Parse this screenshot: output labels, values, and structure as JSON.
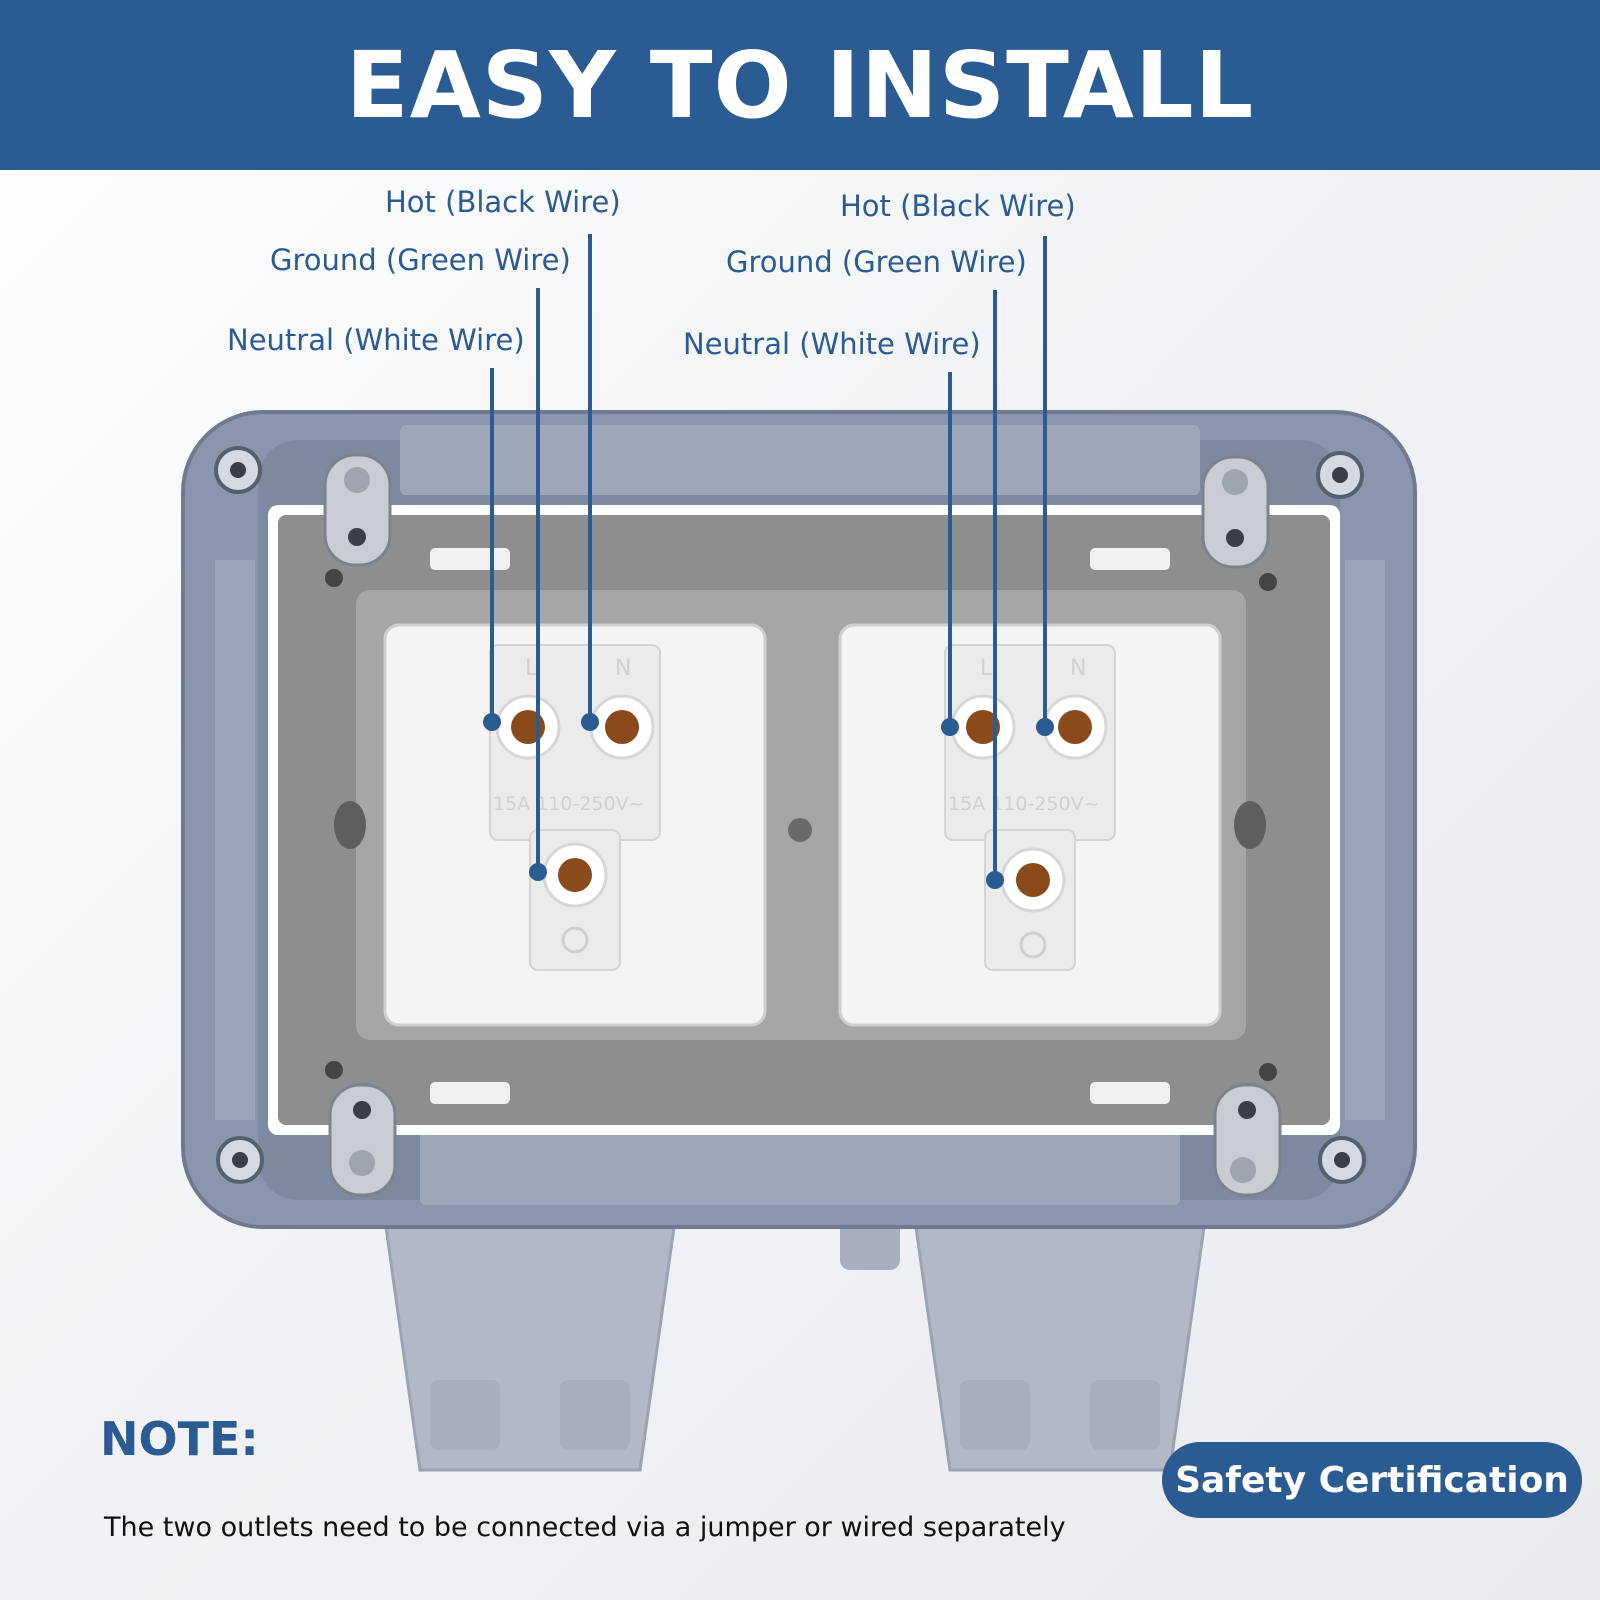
{
  "header": {
    "title": "EASY TO INSTALL"
  },
  "labels": {
    "left": {
      "hot": "Hot (Black Wire)",
      "ground": "Ground (Green Wire)",
      "neutral": "Neutral (White Wire)"
    },
    "right": {
      "hot": "Hot (Black Wire)",
      "ground": "Ground (Green Wire)",
      "neutral": "Neutral (White Wire)"
    }
  },
  "outlet": {
    "terminal_left": "L",
    "terminal_right": "N",
    "rating": "15A 110-250V~"
  },
  "note": {
    "title": "NOTE:",
    "text": "The two outlets need to be connected via a jumper or wired separately"
  },
  "badge": {
    "label": "Safety Certification"
  },
  "colors": {
    "brand": "#2b5b93",
    "housing": "#8a96ad",
    "plate": "#8e8e8e",
    "socket": "#f4f4f4",
    "terminal": "#8a4a1c"
  }
}
